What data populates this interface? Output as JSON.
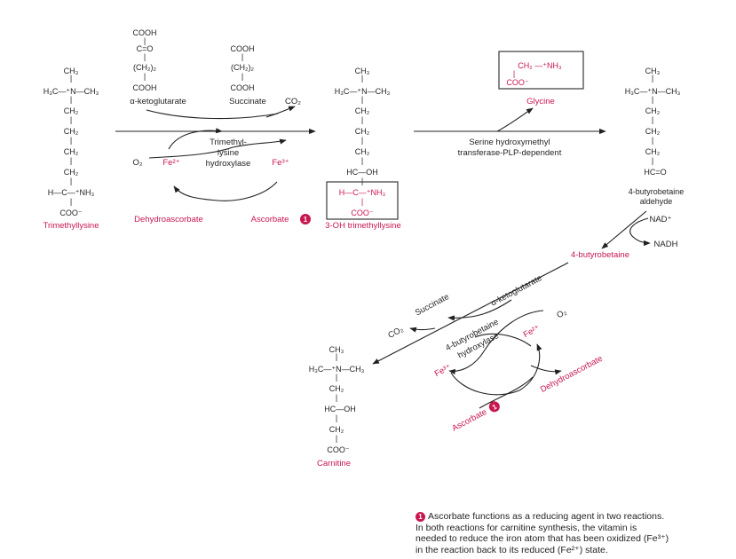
{
  "labels": {
    "trimethyllysine": "Trimethyllysine",
    "alpha_ketoglutarate": "α-ketoglutarate",
    "succinate": "Succinate",
    "co2": "CO₂",
    "o2": "O₂",
    "fe2": "Fe²⁺",
    "fe3": "Fe³⁺",
    "enzyme1": [
      "Trimethyl-",
      "lysine",
      "hydroxylase"
    ],
    "dehydroascorbate": "Dehydroascorbate",
    "ascorbate": "Ascorbate",
    "oh_trimethyllysine": "3-OH trimethyllysine",
    "glycine": "Glycine",
    "enzyme2": [
      "Serine hydroxymethyl",
      "transferase-PLP-dependent"
    ],
    "butyrobetaine_aldehyde": [
      "4-butyrobetaine",
      "aldehyde"
    ],
    "nad": "NAD⁺",
    "nadh": "NADH",
    "butyrobetaine": "4-butyrobetaine",
    "enzyme3": [
      "4-butyrobetaine",
      "hydroxylase"
    ],
    "carnitine": "Carnitine",
    "badge": "1"
  },
  "chem": {
    "cooh": "COOH",
    "c_eq_o": "C=O",
    "ch2_2": "(CH₂)₂",
    "ch3": "CH₃",
    "h3c_n_ch3": "H₃C—⁺N—CH₃",
    "ch2": "CH₂",
    "h_c_nh3": "H—C—⁺NH₃",
    "coo": "COO⁻",
    "hc_oh": "HC—OH",
    "ch2_nh3": "CH₂ —⁺NH₃",
    "hc_eq_o": "HC=O",
    "bond": "|"
  },
  "footnote": {
    "number": "1",
    "lines": [
      "Ascorbate functions as a reducing agent in two reactions.",
      "In both reactions for carnitine synthesis, the vitamin is",
      "needed to reduce the iron atom that has been oxidized (Fe³⁺)",
      "in the reaction back to its reduced (Fe²⁺) state."
    ]
  },
  "colors": {
    "accent": "#c8174f",
    "ink": "#231f20"
  }
}
